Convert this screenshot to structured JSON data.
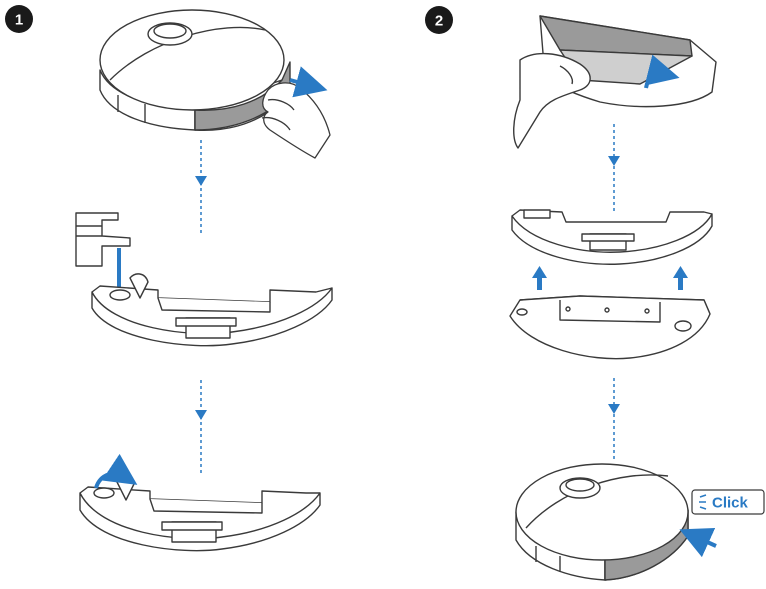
{
  "steps": [
    {
      "number": "1"
    },
    {
      "number": "2"
    }
  ],
  "click_label": "Click",
  "colors": {
    "accent": "#2a7ac4",
    "line": "#3a3a3a",
    "tank_gray": "#9a9a9a",
    "badge": "#1a1a1a"
  }
}
